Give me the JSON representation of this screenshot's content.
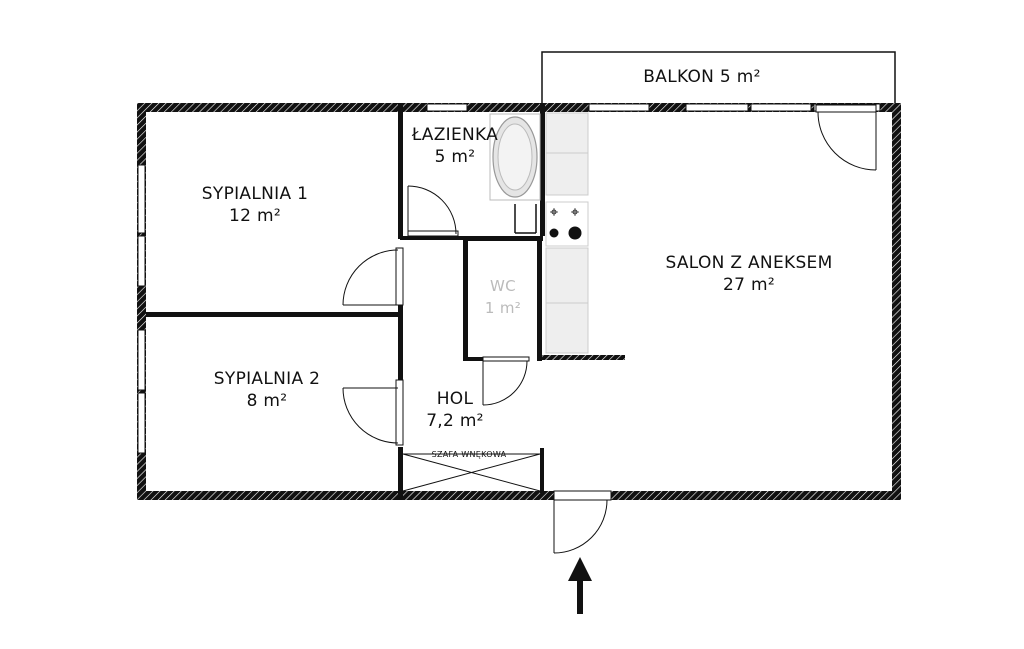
{
  "colors": {
    "wall": "#111111",
    "hatch": "#ffffff",
    "window": "#ffffff",
    "counter": "#eeeeee",
    "background": "#ffffff",
    "faded_text": "#bbbbbb"
  },
  "rooms": {
    "balkon": {
      "name": "BALKON 5 m²"
    },
    "lazienka": {
      "name": "ŁAZIENKA",
      "area": "5 m²"
    },
    "sypialnia1": {
      "name": "SYPIALNIA 1",
      "area": "12 m²"
    },
    "sypialnia2": {
      "name": "SYPIALNIA 2",
      "area": "8 m²"
    },
    "salon": {
      "name": "SALON Z ANEKSEM",
      "area": "27 m²"
    },
    "wc": {
      "name": "WC",
      "area": "1 m²"
    },
    "hol": {
      "name": "HOL",
      "area": "7,2 m²"
    }
  },
  "closet": {
    "label": "SZAFA WNĘKOWA"
  },
  "icons": {
    "entrance": "arrow-up-icon",
    "bathtub": "bathtub-icon",
    "stove": "stove-icon",
    "door": "door-swing-icon"
  }
}
